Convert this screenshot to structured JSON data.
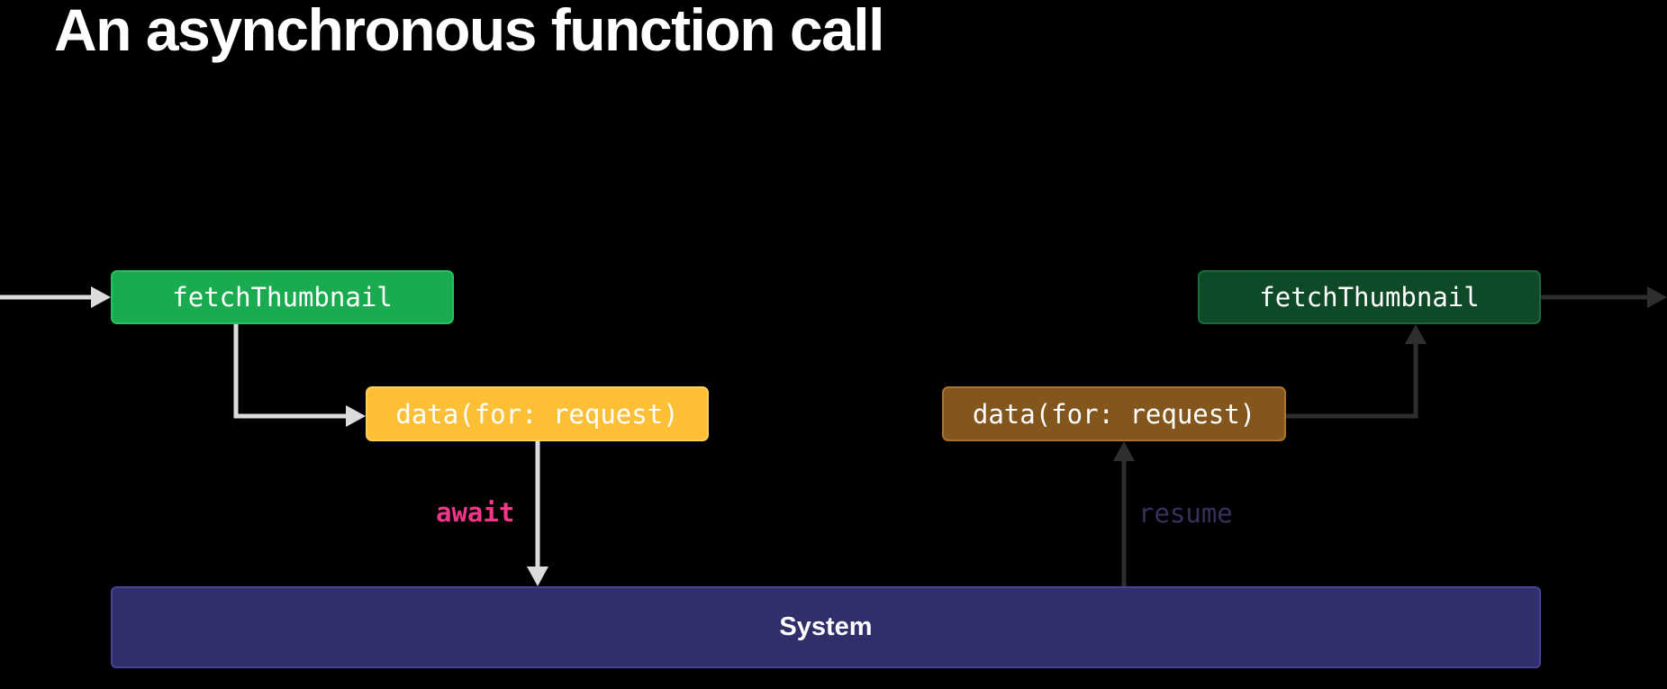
{
  "slide": {
    "title": "An asynchronous function call"
  },
  "diagram": {
    "nodes": {
      "fetch_start": {
        "label": "fetchThumbnail",
        "color": "#1aab50"
      },
      "data_call": {
        "label": "data(for: request)",
        "color": "#fdbf36"
      },
      "data_resume": {
        "label": "data(for: request)",
        "color": "#82561d"
      },
      "fetch_end": {
        "label": "fetchThumbnail",
        "color": "#0e4a27"
      },
      "system": {
        "label": "System",
        "color": "#312f6a"
      }
    },
    "edges": {
      "await": {
        "label": "await",
        "color": "#f2368a"
      },
      "resume": {
        "label": "resume",
        "color": "#3a2f5c"
      }
    },
    "colors": {
      "active_arrow": "#dcdcdc",
      "inactive_arrow": "#2e2e2e",
      "background": "#000000"
    }
  }
}
